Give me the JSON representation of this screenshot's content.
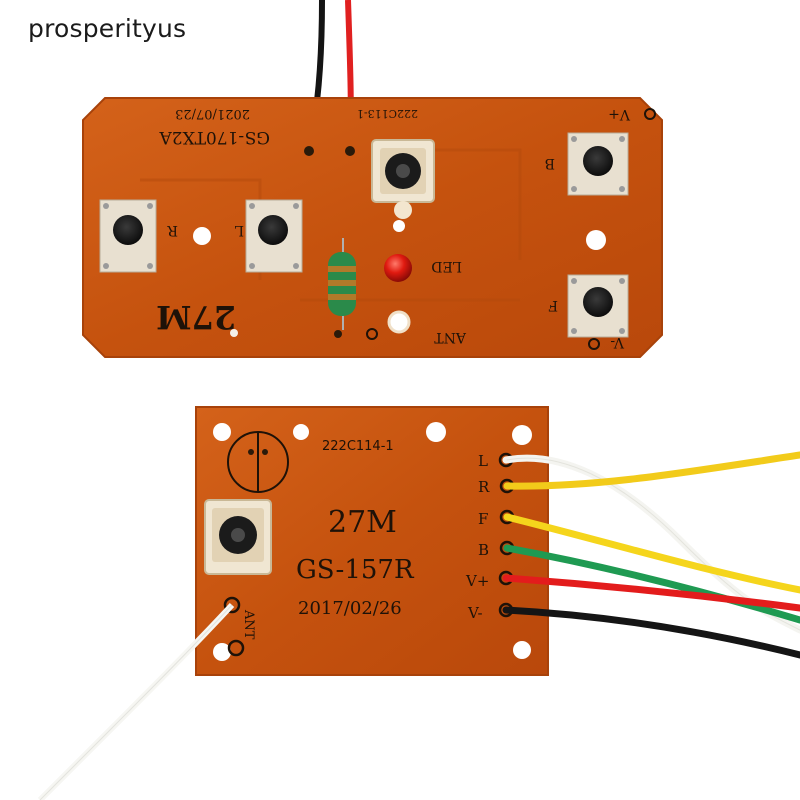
{
  "watermark": "prosperityus",
  "transmitter_board": {
    "model": "GS-170TX2A",
    "date": "2021/07/23",
    "part_code": "222C113-1",
    "frequency": "27M",
    "button_labels": {
      "right": "R",
      "left": "L",
      "back": "B",
      "forward": "F"
    },
    "pin_labels": {
      "vplus": "V+",
      "vminus": "V-"
    },
    "led_label": "LED",
    "antenna_label": "ANT"
  },
  "receiver_board": {
    "part_code": "222C114-1",
    "frequency": "27M",
    "model": "GS-157R",
    "date": "2017/02/26",
    "antenna_label": "ANT",
    "pin_labels": [
      "L",
      "R",
      "F",
      "B",
      "V+",
      "V-"
    ],
    "wire_colors": {
      "L": "#f4f4f0",
      "R": "#f2cb1a",
      "F": "#f5d51c",
      "B": "#1f9a52",
      "V+": "#e31c1c",
      "V-": "#151515"
    }
  },
  "colors": {
    "pcb": "#c8540f",
    "pcb_edge": "#a8420a",
    "silkscreen": "#1e1208"
  }
}
